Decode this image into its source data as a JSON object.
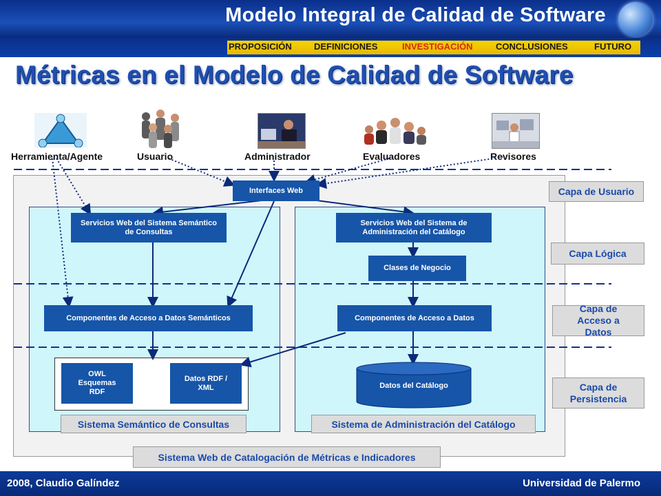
{
  "header": {
    "title": "Modelo Integral de Calidad de Software"
  },
  "nav": {
    "items": [
      "PROPOSICIÓN",
      "DEFINICIONES",
      "INVESTIGACIÓN",
      "CONCLUSIONES",
      "FUTURO"
    ],
    "active": "INVESTIGACIÓN"
  },
  "main_title": "Métricas en el Modelo de Calidad de Software",
  "actors": [
    "Herramienta/Agente",
    "Usuario",
    "Administrador",
    "Evaluadores",
    "Revisores"
  ],
  "layers": [
    "Capa de Usuario",
    "Capa Lógica",
    "Capa de Acceso a Datos",
    "Capa de Persistencia"
  ],
  "boxes": {
    "interfaces_web": "Interfaces Web",
    "ws_semantico": "Servicios Web del Sistema Semántico de Consultas",
    "ws_admin": "Servicios Web del Sistema de Administración del Catálogo",
    "clases_negocio": "Clases de Negocio",
    "comp_semanticos": "Componentes de Acceso a Datos Semánticos",
    "comp_datos": "Componentes de Acceso a Datos",
    "owl": "OWL Esquemas RDF",
    "rdf_xml": "Datos RDF / XML",
    "datos_catalogo": "Datos del Catálogo"
  },
  "systems": {
    "semantico": "Sistema Semántico de Consultas",
    "admin": "Sistema de Administración del Catálogo",
    "web": "Sistema Web de Catalogación de Métricas e Indicadores"
  },
  "footer": {
    "left": "2008, Claudio Galíndez",
    "right": "Universidad de Palermo"
  },
  "colors": {
    "header_blue": "#0a2f8a",
    "nav_yellow": "#f5d300",
    "box_blue": "#1655a8",
    "subsystem_cyan": "#cff6fb",
    "title_blue": "#1f4fb0",
    "active_nav": "#d8281c"
  }
}
